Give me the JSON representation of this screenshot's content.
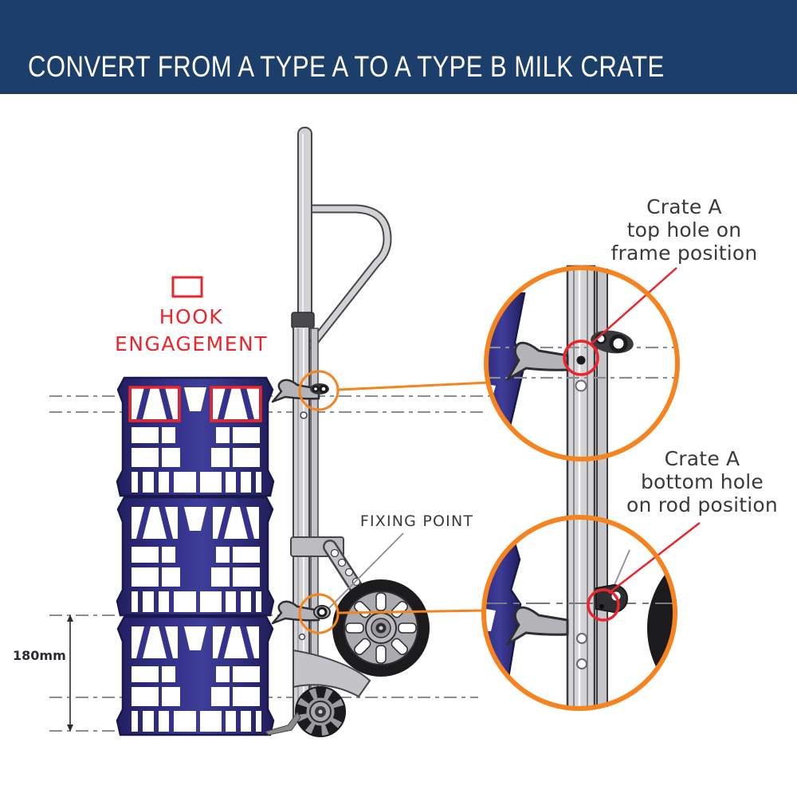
{
  "header": {
    "title": "CONVERT FROM A TYPE A TO A TYPE B MILK CRATE",
    "bg_color": "#1c3e6b",
    "text_color": "#ffffff"
  },
  "annotations": {
    "hook_engagement": {
      "line1": "HOOK",
      "line2": "ENGAGEMENT",
      "color": "#e9262d"
    },
    "fixing_point": {
      "label": "FIXING POINT"
    },
    "dimension": {
      "label": "180mm"
    },
    "crate_a_top": {
      "line1": "Crate A",
      "line2": "top hole on",
      "line3": "frame position"
    },
    "crate_a_bottom": {
      "line1": "Crate A",
      "line2": "bottom hole",
      "line3": "on rod position"
    }
  },
  "colors": {
    "accent_orange": "#f5831f",
    "highlight_red": "#e9262d",
    "crate_navy": "#33318a",
    "truck_gray": "#d2d2d5",
    "outline_gray": "#46464a"
  }
}
